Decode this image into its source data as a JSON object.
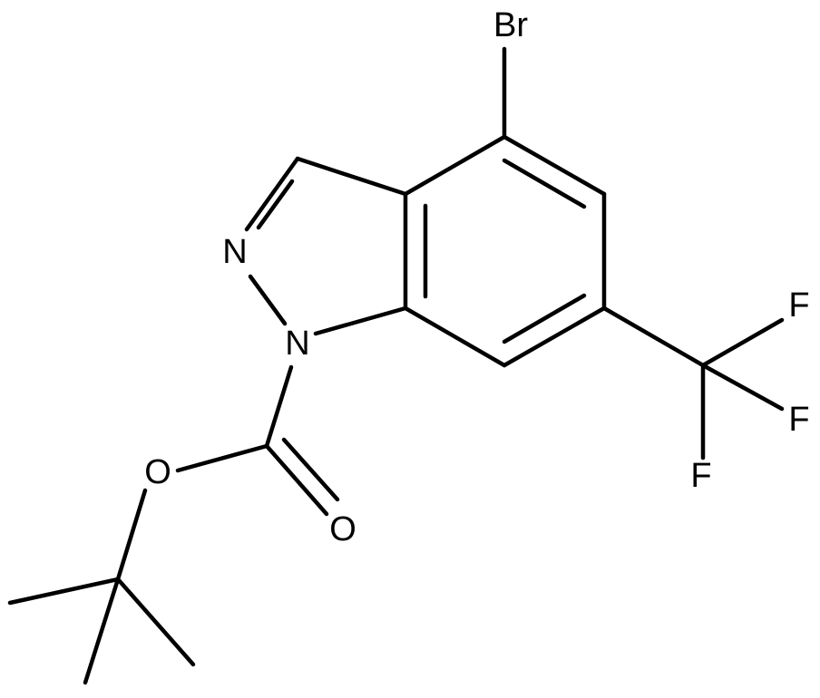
{
  "molecule": {
    "atoms": {
      "br": "Br",
      "n2": "N",
      "n1": "N",
      "f1": "F",
      "f2": "F",
      "f3": "F",
      "o_ester": "O",
      "o_carbonyl": "O"
    }
  }
}
